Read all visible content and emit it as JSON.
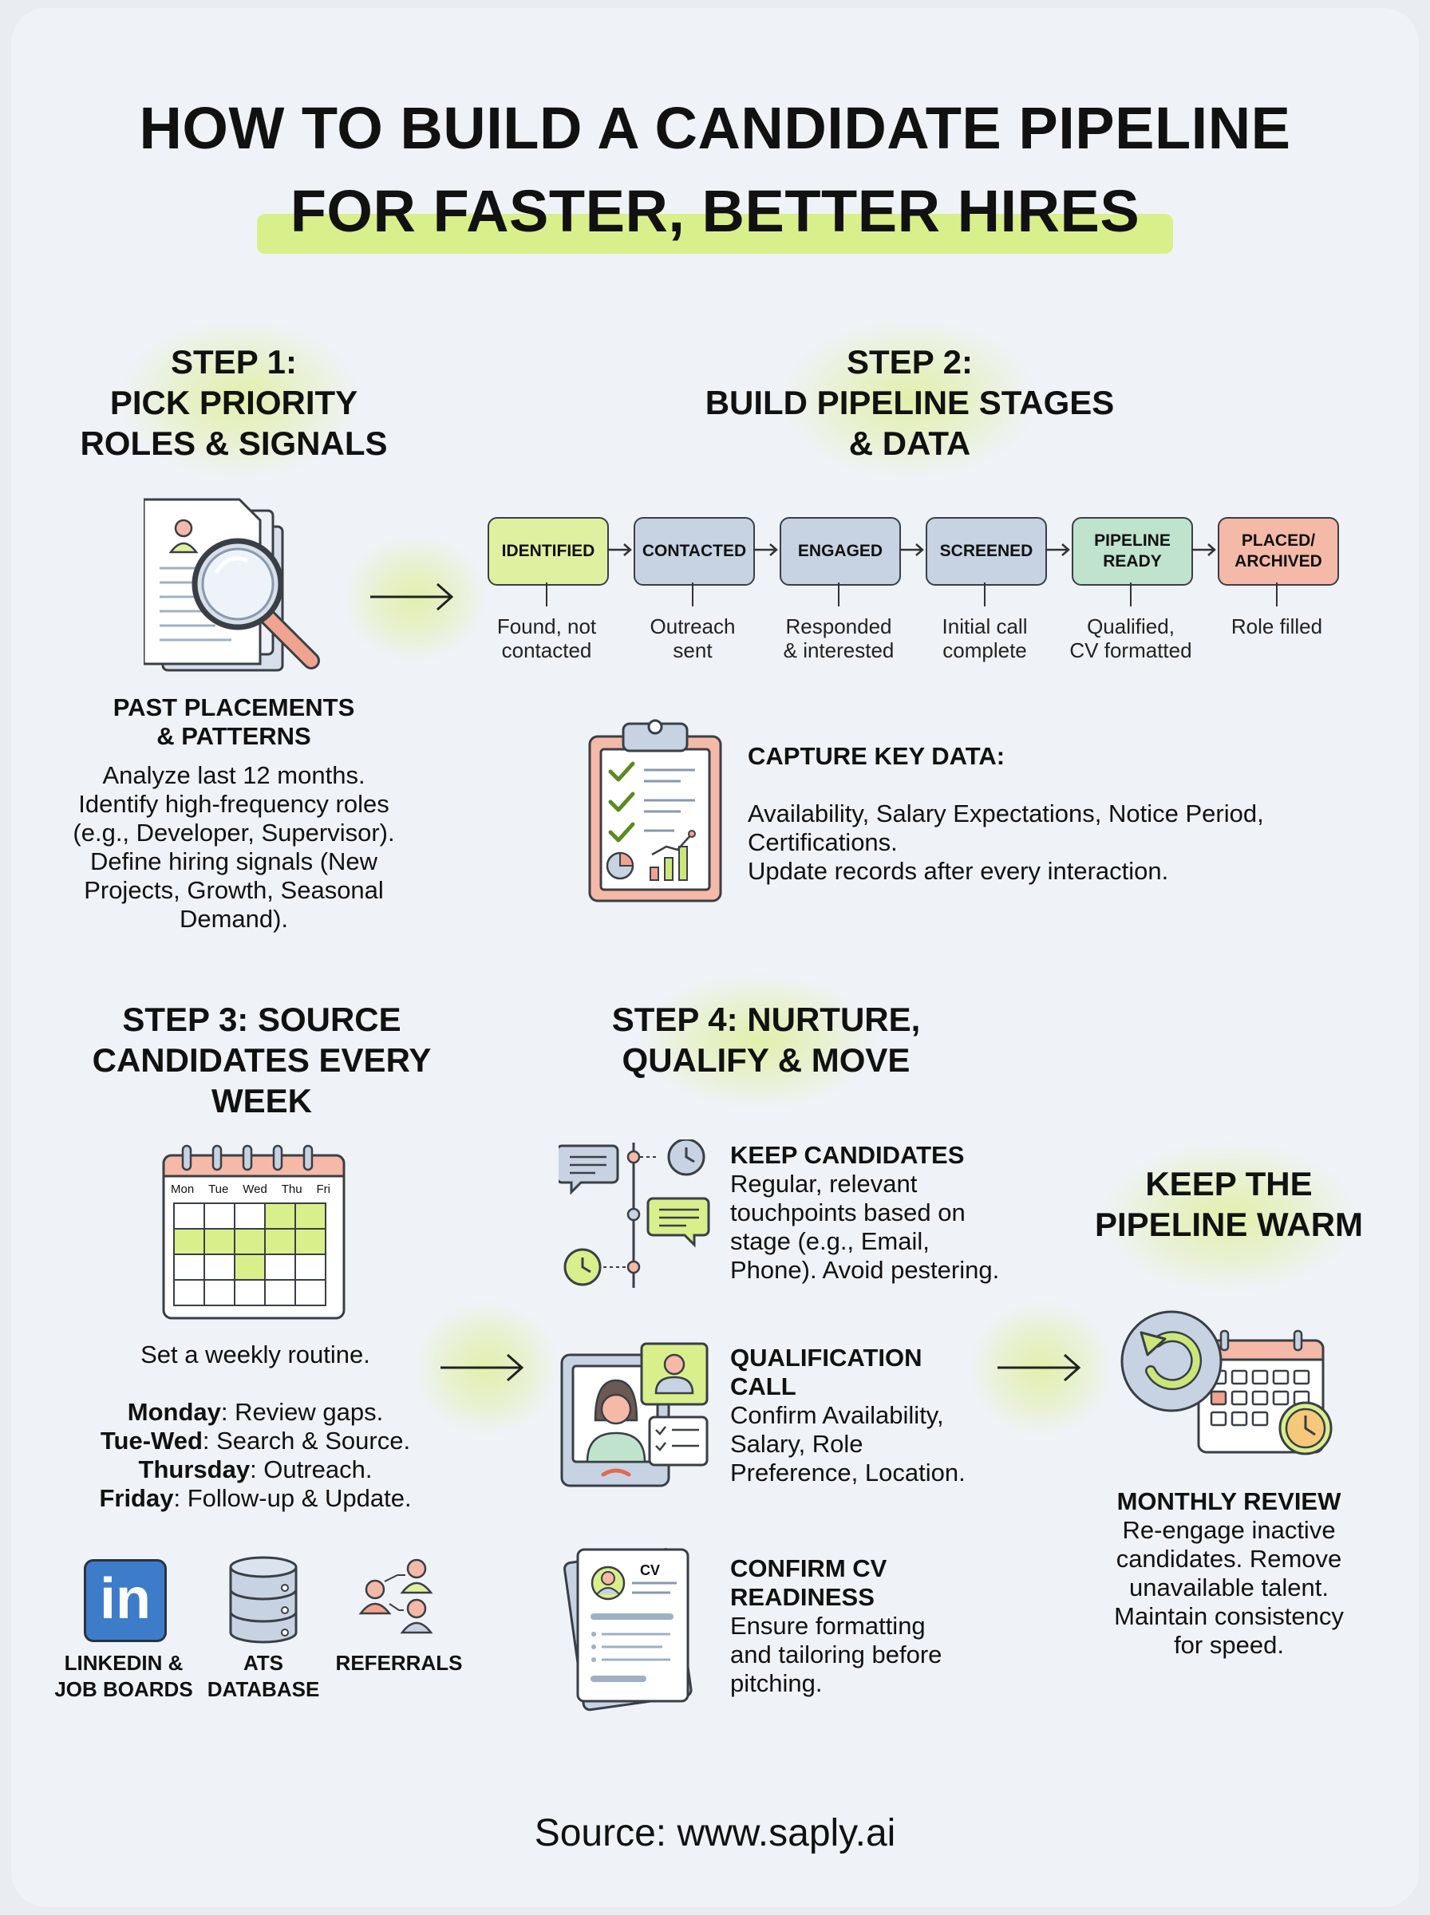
{
  "title": {
    "line1": "HOW TO BUILD A CANDIDATE PIPELINE",
    "line2": "FOR FASTER, BETTER HIRES"
  },
  "step1": {
    "heading": [
      "STEP 1:",
      "PICK PRIORITY",
      "ROLES & SIGNALS"
    ],
    "subheading": [
      "PAST PLACEMENTS",
      "& PATTERNS"
    ],
    "body": [
      "Analyze last 12 months.",
      "Identify high-frequency roles",
      "(e.g., Developer, Supervisor).",
      "Define hiring signals (New",
      "Projects, Growth, Seasonal",
      "Demand)."
    ]
  },
  "step2": {
    "heading": [
      "STEP 2:",
      "BUILD PIPELINE STAGES",
      "& DATA"
    ],
    "stages": [
      {
        "label": "IDENTIFIED",
        "desc": [
          "Found, not",
          "contacted"
        ],
        "color": "#dff0a0"
      },
      {
        "label": "CONTACTED",
        "desc": [
          "Outreach",
          "sent"
        ],
        "color": "#c7d3e3"
      },
      {
        "label": "ENGAGED",
        "desc": [
          "Responded",
          "& interested"
        ],
        "color": "#c7d3e3"
      },
      {
        "label": "SCREENED",
        "desc": [
          "Initial call",
          "complete"
        ],
        "color": "#c7d3e3"
      },
      {
        "label": "PIPELINE READY",
        "desc": [
          "Qualified,",
          "CV formatted"
        ],
        "color": "#bfe3cd"
      },
      {
        "label": "PLACED/ ARCHIVED",
        "desc": [
          "Role filled"
        ],
        "color": "#f5b9a8"
      }
    ],
    "capture_heading": "CAPTURE KEY DATA:",
    "capture_body": [
      "Availability, Salary Expectations, Notice Period,",
      "Certifications.",
      "Update records after every interaction."
    ]
  },
  "step3": {
    "heading": [
      "STEP 3: SOURCE",
      "CANDIDATES EVERY",
      "WEEK"
    ],
    "calendar_days": [
      "Mon",
      "Tue",
      "Wed",
      "Thu",
      "Fri"
    ],
    "routine_intro": "Set a weekly routine.",
    "routine": [
      {
        "day": "Monday",
        "task": ": Review gaps."
      },
      {
        "day": "Tue-Wed",
        "task": ": Search & Source."
      },
      {
        "day": "Thursday",
        "task": ": Outreach."
      },
      {
        "day": "Friday",
        "task": ": Follow-up & Update."
      }
    ],
    "sources": [
      {
        "label": [
          "LINKEDIN &",
          "JOB BOARDS"
        ],
        "icon": "linkedin-icon"
      },
      {
        "label": [
          "ATS",
          "DATABASE"
        ],
        "icon": "database-icon"
      },
      {
        "label": [
          "REFERRALS"
        ],
        "icon": "referrals-icon"
      }
    ],
    "linkedin_glyph": "in"
  },
  "step4": {
    "heading": [
      "STEP 4: NURTURE,",
      "QUALIFY & MOVE"
    ],
    "items": [
      {
        "heading": [
          "KEEP CANDIDATES"
        ],
        "body": [
          "Regular, relevant",
          "touchpoints based on",
          "stage (e.g., Email,",
          "Phone). Avoid pestering."
        ]
      },
      {
        "heading": [
          "QUALIFICATION",
          "CALL"
        ],
        "body": [
          "Confirm Availability,",
          "Salary, Role",
          "Preference, Location."
        ]
      },
      {
        "heading": [
          "CONFIRM CV",
          "READINESS"
        ],
        "body": [
          "Ensure formatting",
          "and tailoring before",
          "pitching."
        ]
      }
    ],
    "cv_label": "CV"
  },
  "warm": {
    "heading": [
      "KEEP THE",
      "PIPELINE WARM"
    ],
    "subheading": "MONTHLY REVIEW",
    "body": [
      "Re-engage inactive",
      "candidates. Remove",
      "unavailable talent.",
      "Maintain consistency",
      "for speed."
    ]
  },
  "source": "Source: www.saply.ai",
  "colors": {
    "accent": "#d9ef8b",
    "outline": "#3a3f46",
    "blue": "#c7d3e3",
    "coral": "#f0a48f",
    "green": "#cbe77a"
  }
}
